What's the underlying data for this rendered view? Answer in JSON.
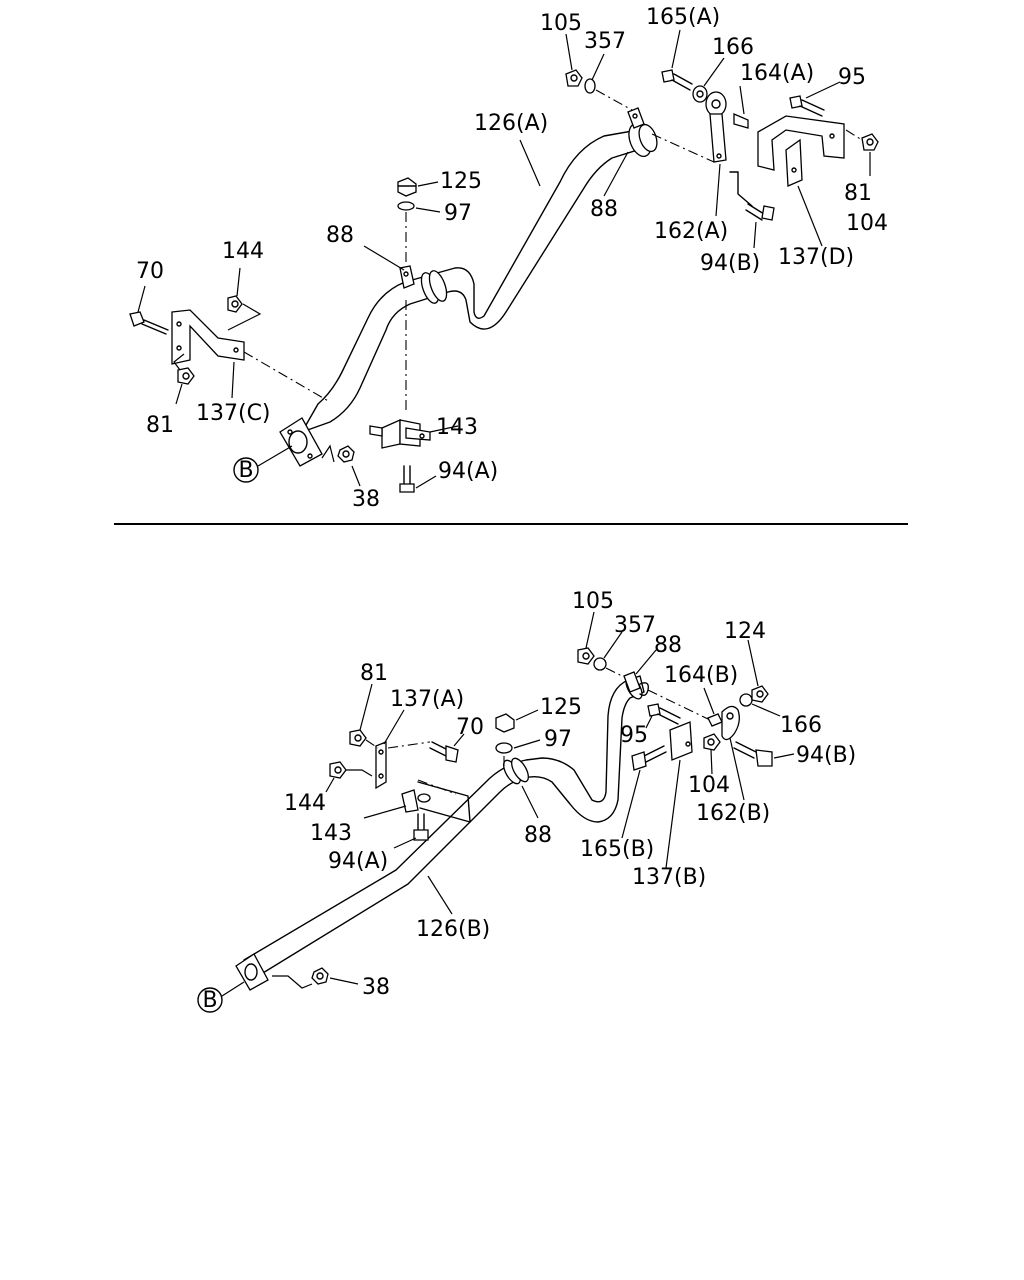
{
  "upper": {
    "labels": {
      "p105": "105",
      "p357": "357",
      "p165a": "165(A)",
      "p166": "166",
      "p164a": "164(A)",
      "p95": "95",
      "p126a": "126(A)",
      "p125": "125",
      "p97": "97",
      "p88a": "88",
      "p88b": "88",
      "p162a": "162(A)",
      "p81": "81",
      "p104": "104",
      "p144": "144",
      "p70": "70",
      "p94b": "94(B)",
      "p137d": "137(D)",
      "p81b": "81",
      "p137c": "137(C)",
      "p143": "143",
      "p94a": "94(A)",
      "p38": "38",
      "pB": "B"
    }
  },
  "lower": {
    "labels": {
      "p105": "105",
      "p357": "357",
      "p88a": "88",
      "p124": "124",
      "p81": "81",
      "p137a": "137(A)",
      "p125": "125",
      "p164b": "164(B)",
      "p70": "70",
      "p97": "97",
      "p95": "95",
      "p166": "166",
      "p94b": "94(B)",
      "p144": "144",
      "p104": "104",
      "p162b": "162(B)",
      "p143": "143",
      "p88b": "88",
      "p165b": "165(B)",
      "p94a": "94(A)",
      "p137b": "137(B)",
      "p126b": "126(B)",
      "p38": "38",
      "pB": "B"
    }
  }
}
